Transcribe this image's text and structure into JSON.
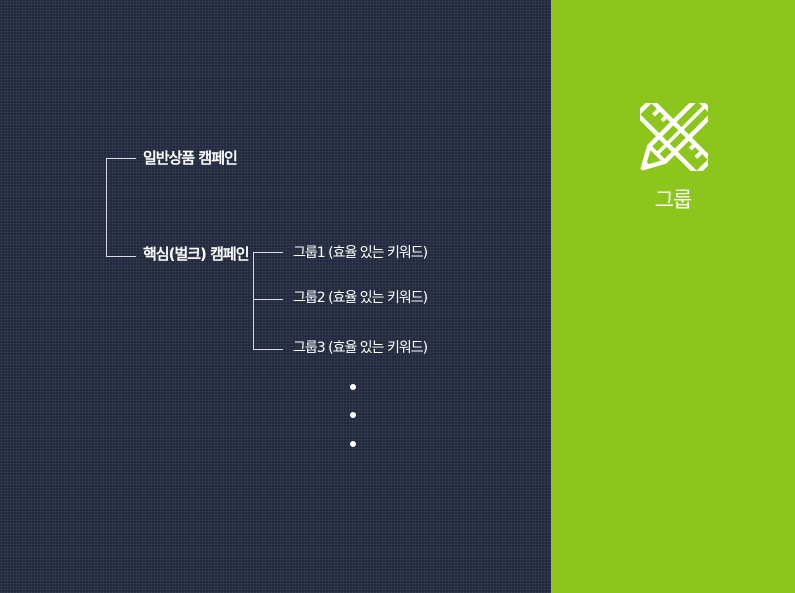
{
  "diagram": {
    "campaigns": [
      {
        "label": "일반상품 캠페인"
      },
      {
        "label": "핵심(벌크) 캠페인"
      }
    ],
    "groups": [
      {
        "label": "그룹1 (효율 있는 키워드)"
      },
      {
        "label": "그룹2 (효율 있는 키워드)"
      },
      {
        "label": "그룹3 (효율 있는 키워드)"
      }
    ],
    "continuation": "more-items-ellipsis"
  },
  "sidebar": {
    "title": "그룹",
    "icon": "pencil-ruler-icon"
  },
  "colors": {
    "background": "#232a40",
    "accent": "#8cc51c",
    "connector": "#d9dbe2",
    "text": "#ffffff"
  }
}
